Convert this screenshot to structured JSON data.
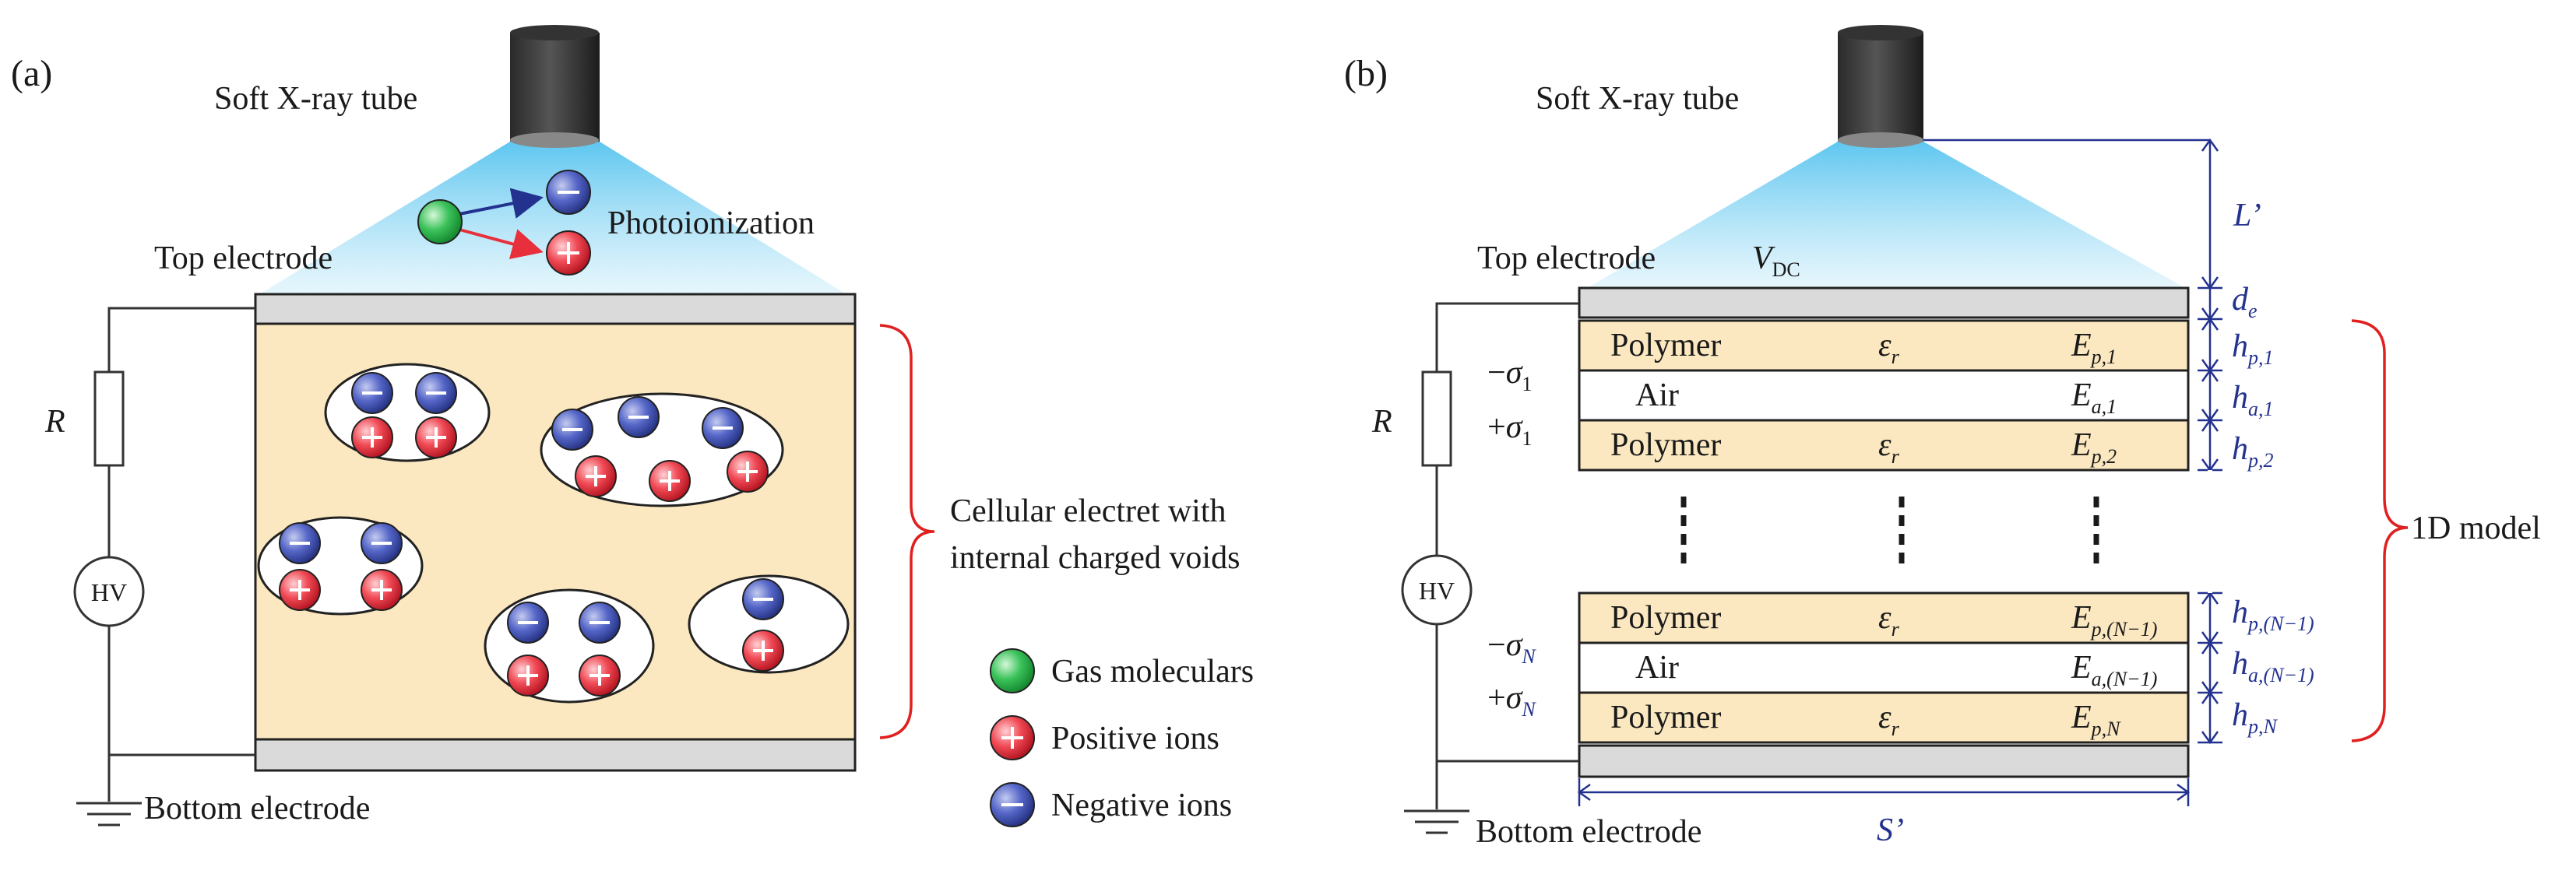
{
  "panel_a": {
    "panel_label": "(a)",
    "tube_label": "Soft X-ray tube",
    "photoionization_label": "Photoionization",
    "top_electrode_label": "Top electrode",
    "bottom_electrode_label": "Bottom electrode",
    "resistor_label": "R",
    "hv_label": "HV",
    "electret_label_line1": "Cellular electret with",
    "electret_label_line2": "internal charged voids",
    "legend": {
      "gas": "Gas moleculars",
      "positive": "Positive ions",
      "negative": "Negative ions"
    }
  },
  "panel_b": {
    "panel_label": "(b)",
    "tube_label": "Soft X-ray tube",
    "top_electrode_label": "Top electrode",
    "vdc_main": "V",
    "vdc_sub": "DC",
    "bottom_electrode_label": "Bottom electrode",
    "resistor_label": "R",
    "hv_label": "HV",
    "model_label": "1D model",
    "polymer": "Polymer",
    "air": "Air",
    "eps": "ε",
    "eps_sub": "r",
    "E": "E",
    "E_p1_sub": "p,1",
    "E_a1_sub": "a,1",
    "E_p2_sub": "p,2",
    "E_pN1_sub": "p,(N−1)",
    "E_aN1_sub": "a,(N−1)",
    "E_pN_sub": "p,N",
    "sigma": "σ",
    "minus": "−",
    "plus": "+",
    "sigma1_sub": "1",
    "sigmaN_sub": "N",
    "dims": {
      "L": "L’",
      "S": "S’",
      "d": "d",
      "d_sub": "e",
      "h": "h",
      "h_p1_sub": "p,1",
      "h_a1_sub": "a,1",
      "h_p2_sub": "p,2",
      "h_pN1_sub": "p,(N−1)",
      "h_aN1_sub": "a,(N−1)",
      "h_pN_sub": "p,N"
    }
  },
  "colors": {
    "polymer_fill": "#fbe8c0",
    "electrode_fill": "#dadada",
    "beam": "#7fd0f0",
    "negative_ion": "#3848a8",
    "positive_ion": "#e8303c",
    "gas_molecule": "#29b34a",
    "dimension_blue": "#23328f",
    "bracket_red": "#e02020"
  }
}
